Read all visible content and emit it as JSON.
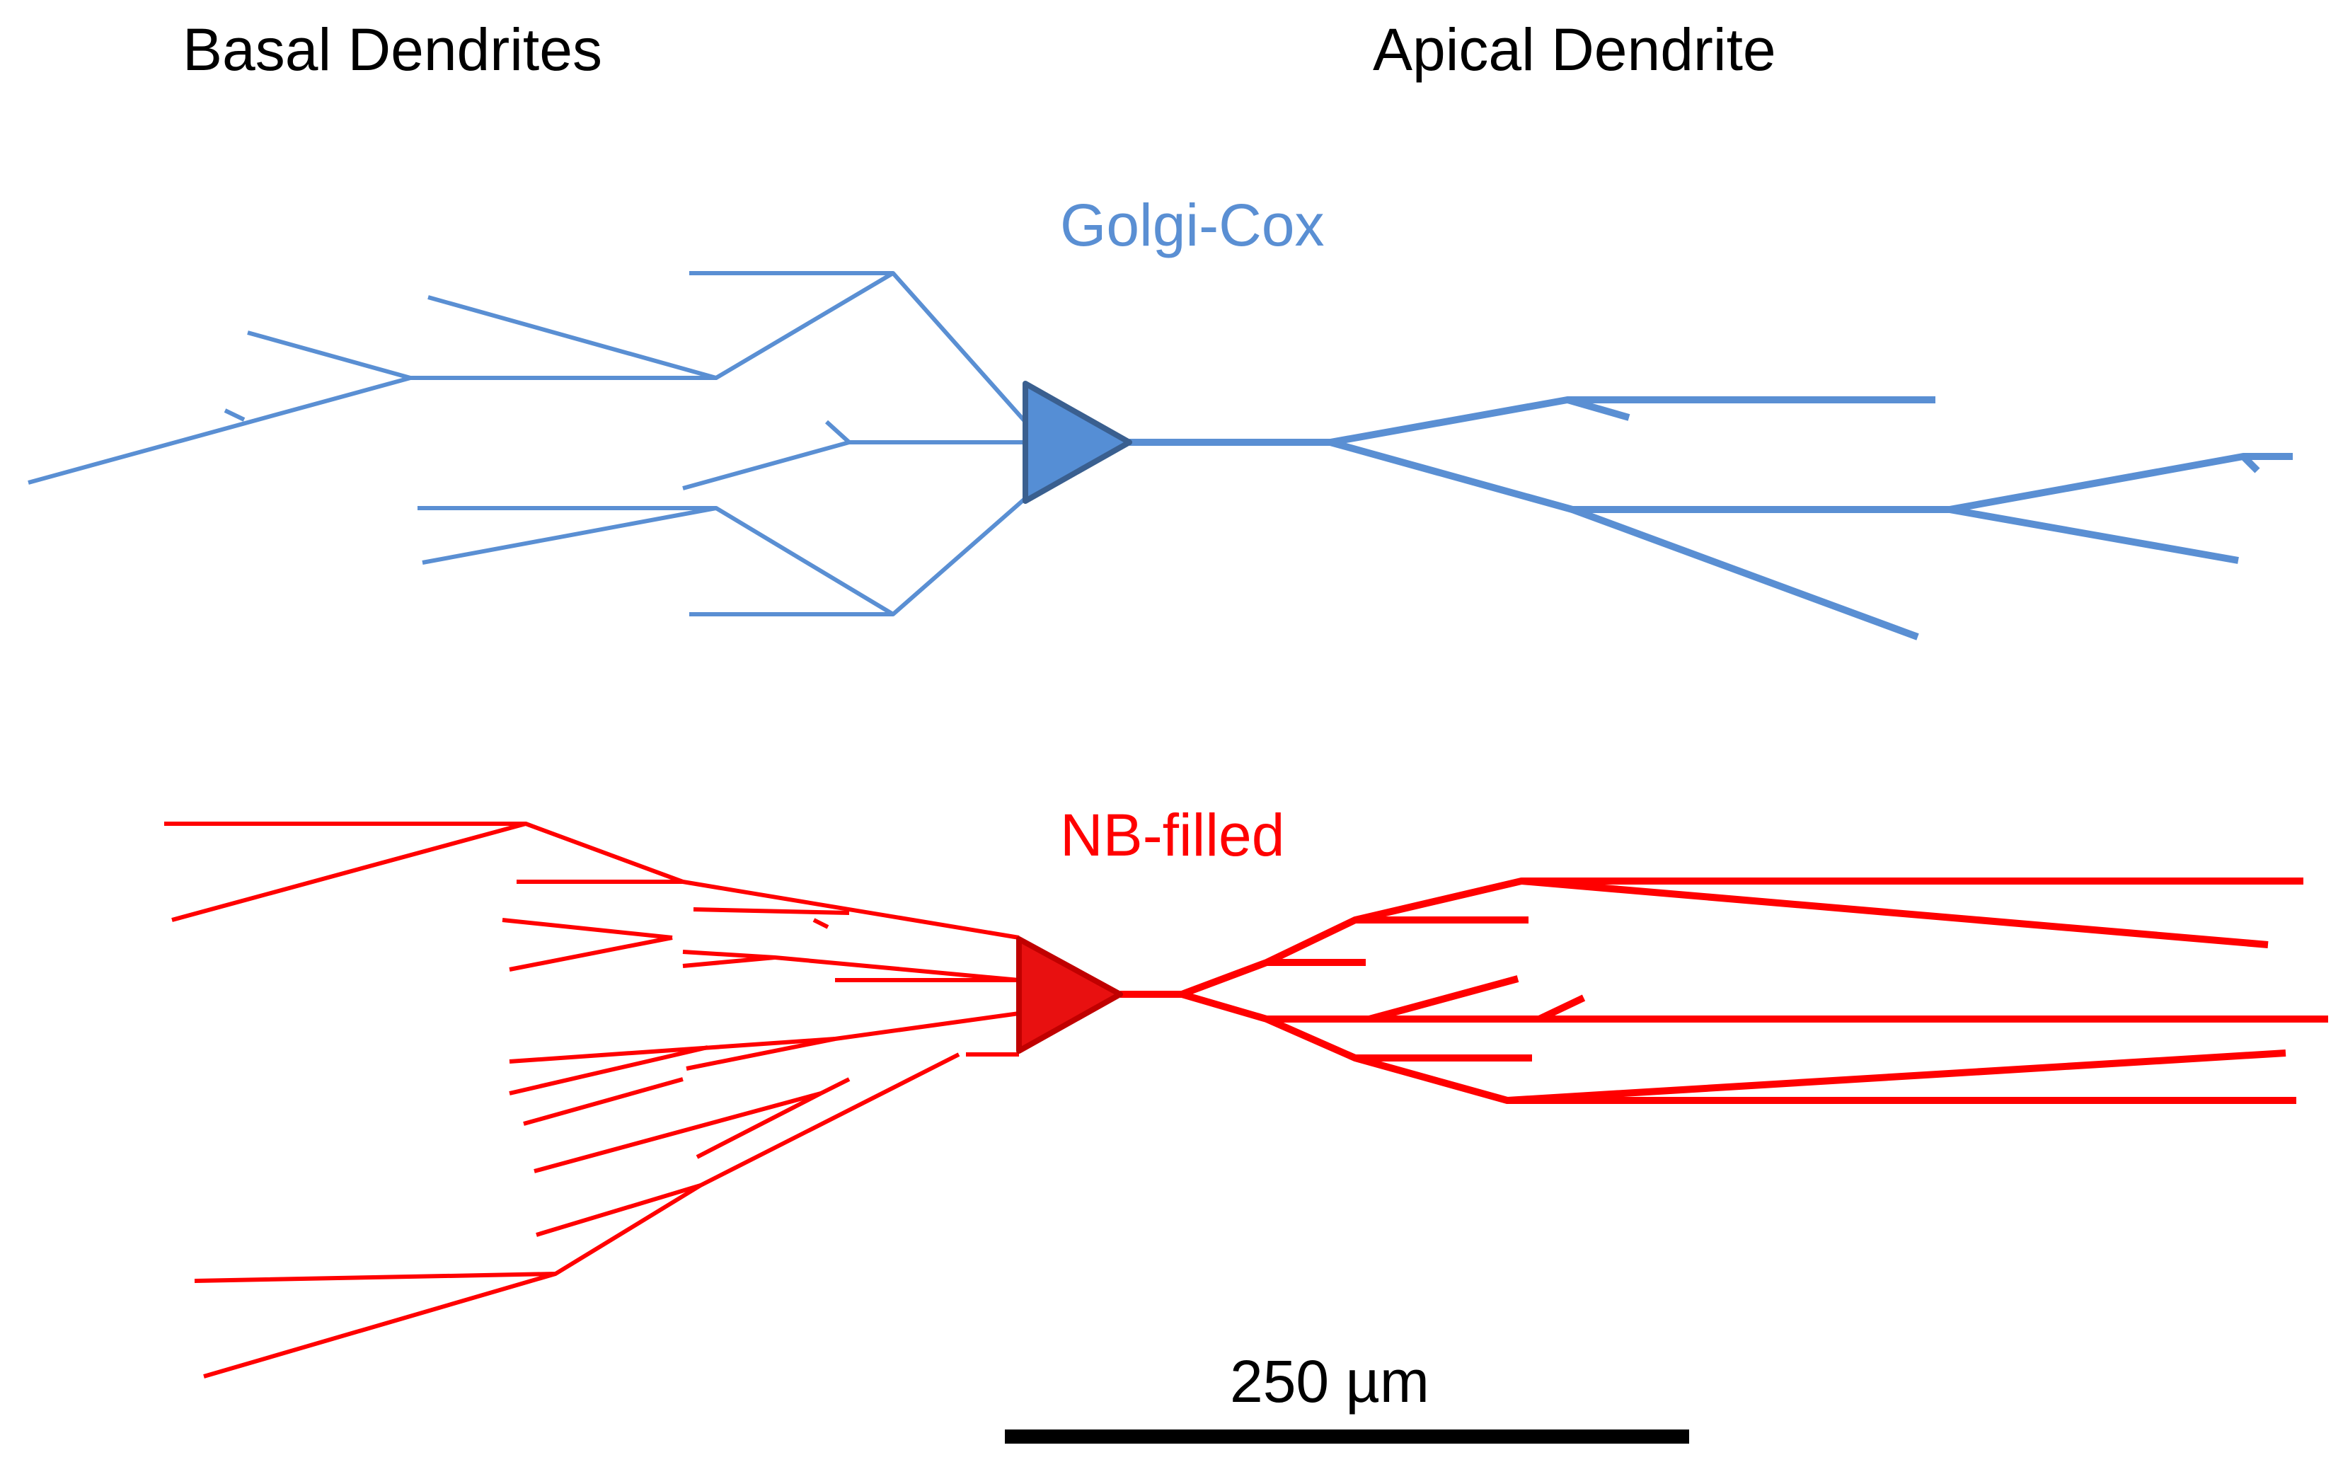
{
  "headers": {
    "basal": "Basal Dendrites",
    "apical": "Apical Dendrite"
  },
  "neurons": [
    {
      "id": "golgi",
      "label": "Golgi-Cox",
      "color": "#5a8fd3",
      "soma_fill": "#558ed5",
      "soma_stroke": "#3a5f8f"
    },
    {
      "id": "nb",
      "label": "NB-filled",
      "color": "#ff0000",
      "soma_fill": "#e81010",
      "soma_stroke": "#c00000"
    }
  ],
  "scale_bar": {
    "label": "250 µm",
    "color": "#000000"
  }
}
